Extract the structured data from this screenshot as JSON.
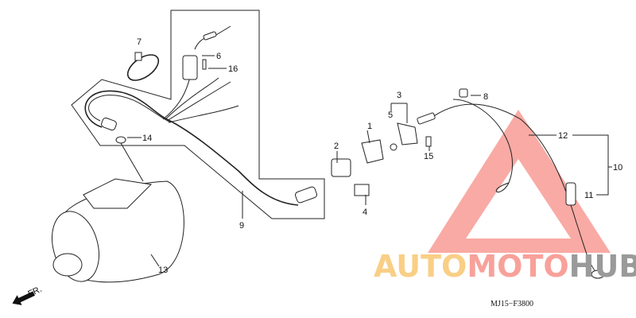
{
  "diagram": {
    "callouts": {
      "p1": "1",
      "p2": "2",
      "p3": "3",
      "p4": "4",
      "p5": "5",
      "p6": "6",
      "p7": "7",
      "p8": "8",
      "p9": "9",
      "p10": "10",
      "p11": "11",
      "p12": "12",
      "p13": "13",
      "p14": "14",
      "p15": "15",
      "p16": "16"
    },
    "direction_label": "FR.",
    "diagram_code": "MJ15−F3800"
  },
  "watermark": {
    "part1": "AUTO",
    "part2": "MOTO",
    "part3": "HUB",
    "colors": {
      "auto": "#f9cf86",
      "moto": "#f8a19a",
      "hub": "#9a9a9a",
      "triangle": "#f8a19a"
    }
  }
}
